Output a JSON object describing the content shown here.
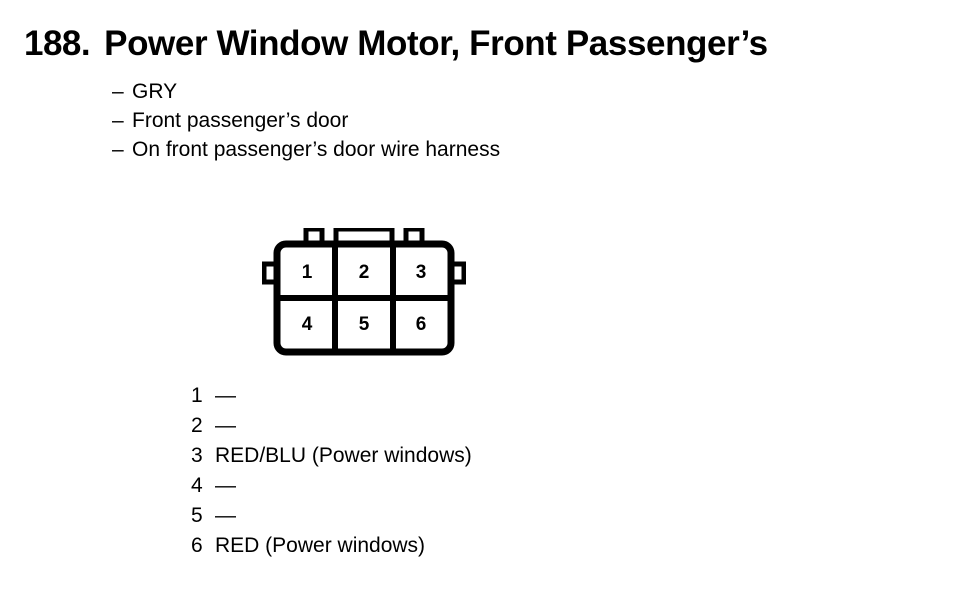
{
  "page": {
    "background_color": "#ffffff",
    "ink_color": "#000000"
  },
  "heading": {
    "number": "188.",
    "title": "Power Window Motor, Front Passenger’s"
  },
  "description": {
    "dash": "–",
    "items": [
      {
        "label": "GRY"
      },
      {
        "label": "Front passenger’s door"
      },
      {
        "label": "On front passenger’s door wire harness"
      }
    ]
  },
  "connector": {
    "name": "6-cavity connector",
    "rows": 2,
    "columns": 3,
    "cavities": [
      {
        "number": "1"
      },
      {
        "number": "2"
      },
      {
        "number": "3"
      },
      {
        "number": "4"
      },
      {
        "number": "5"
      },
      {
        "number": "6"
      }
    ],
    "top_tabs": [
      "left-tab",
      "center-latch-tab",
      "right-tab"
    ],
    "side_ears": [
      "left-ear",
      "right-ear"
    ]
  },
  "pin_legend": {
    "rows": [
      {
        "pin": "1",
        "value": "—"
      },
      {
        "pin": "2",
        "value": "—"
      },
      {
        "pin": "3",
        "value": "RED/BLU (Power windows)"
      },
      {
        "pin": "4",
        "value": "—"
      },
      {
        "pin": "5",
        "value": "—"
      },
      {
        "pin": "6",
        "value": "RED (Power windows)"
      }
    ]
  }
}
